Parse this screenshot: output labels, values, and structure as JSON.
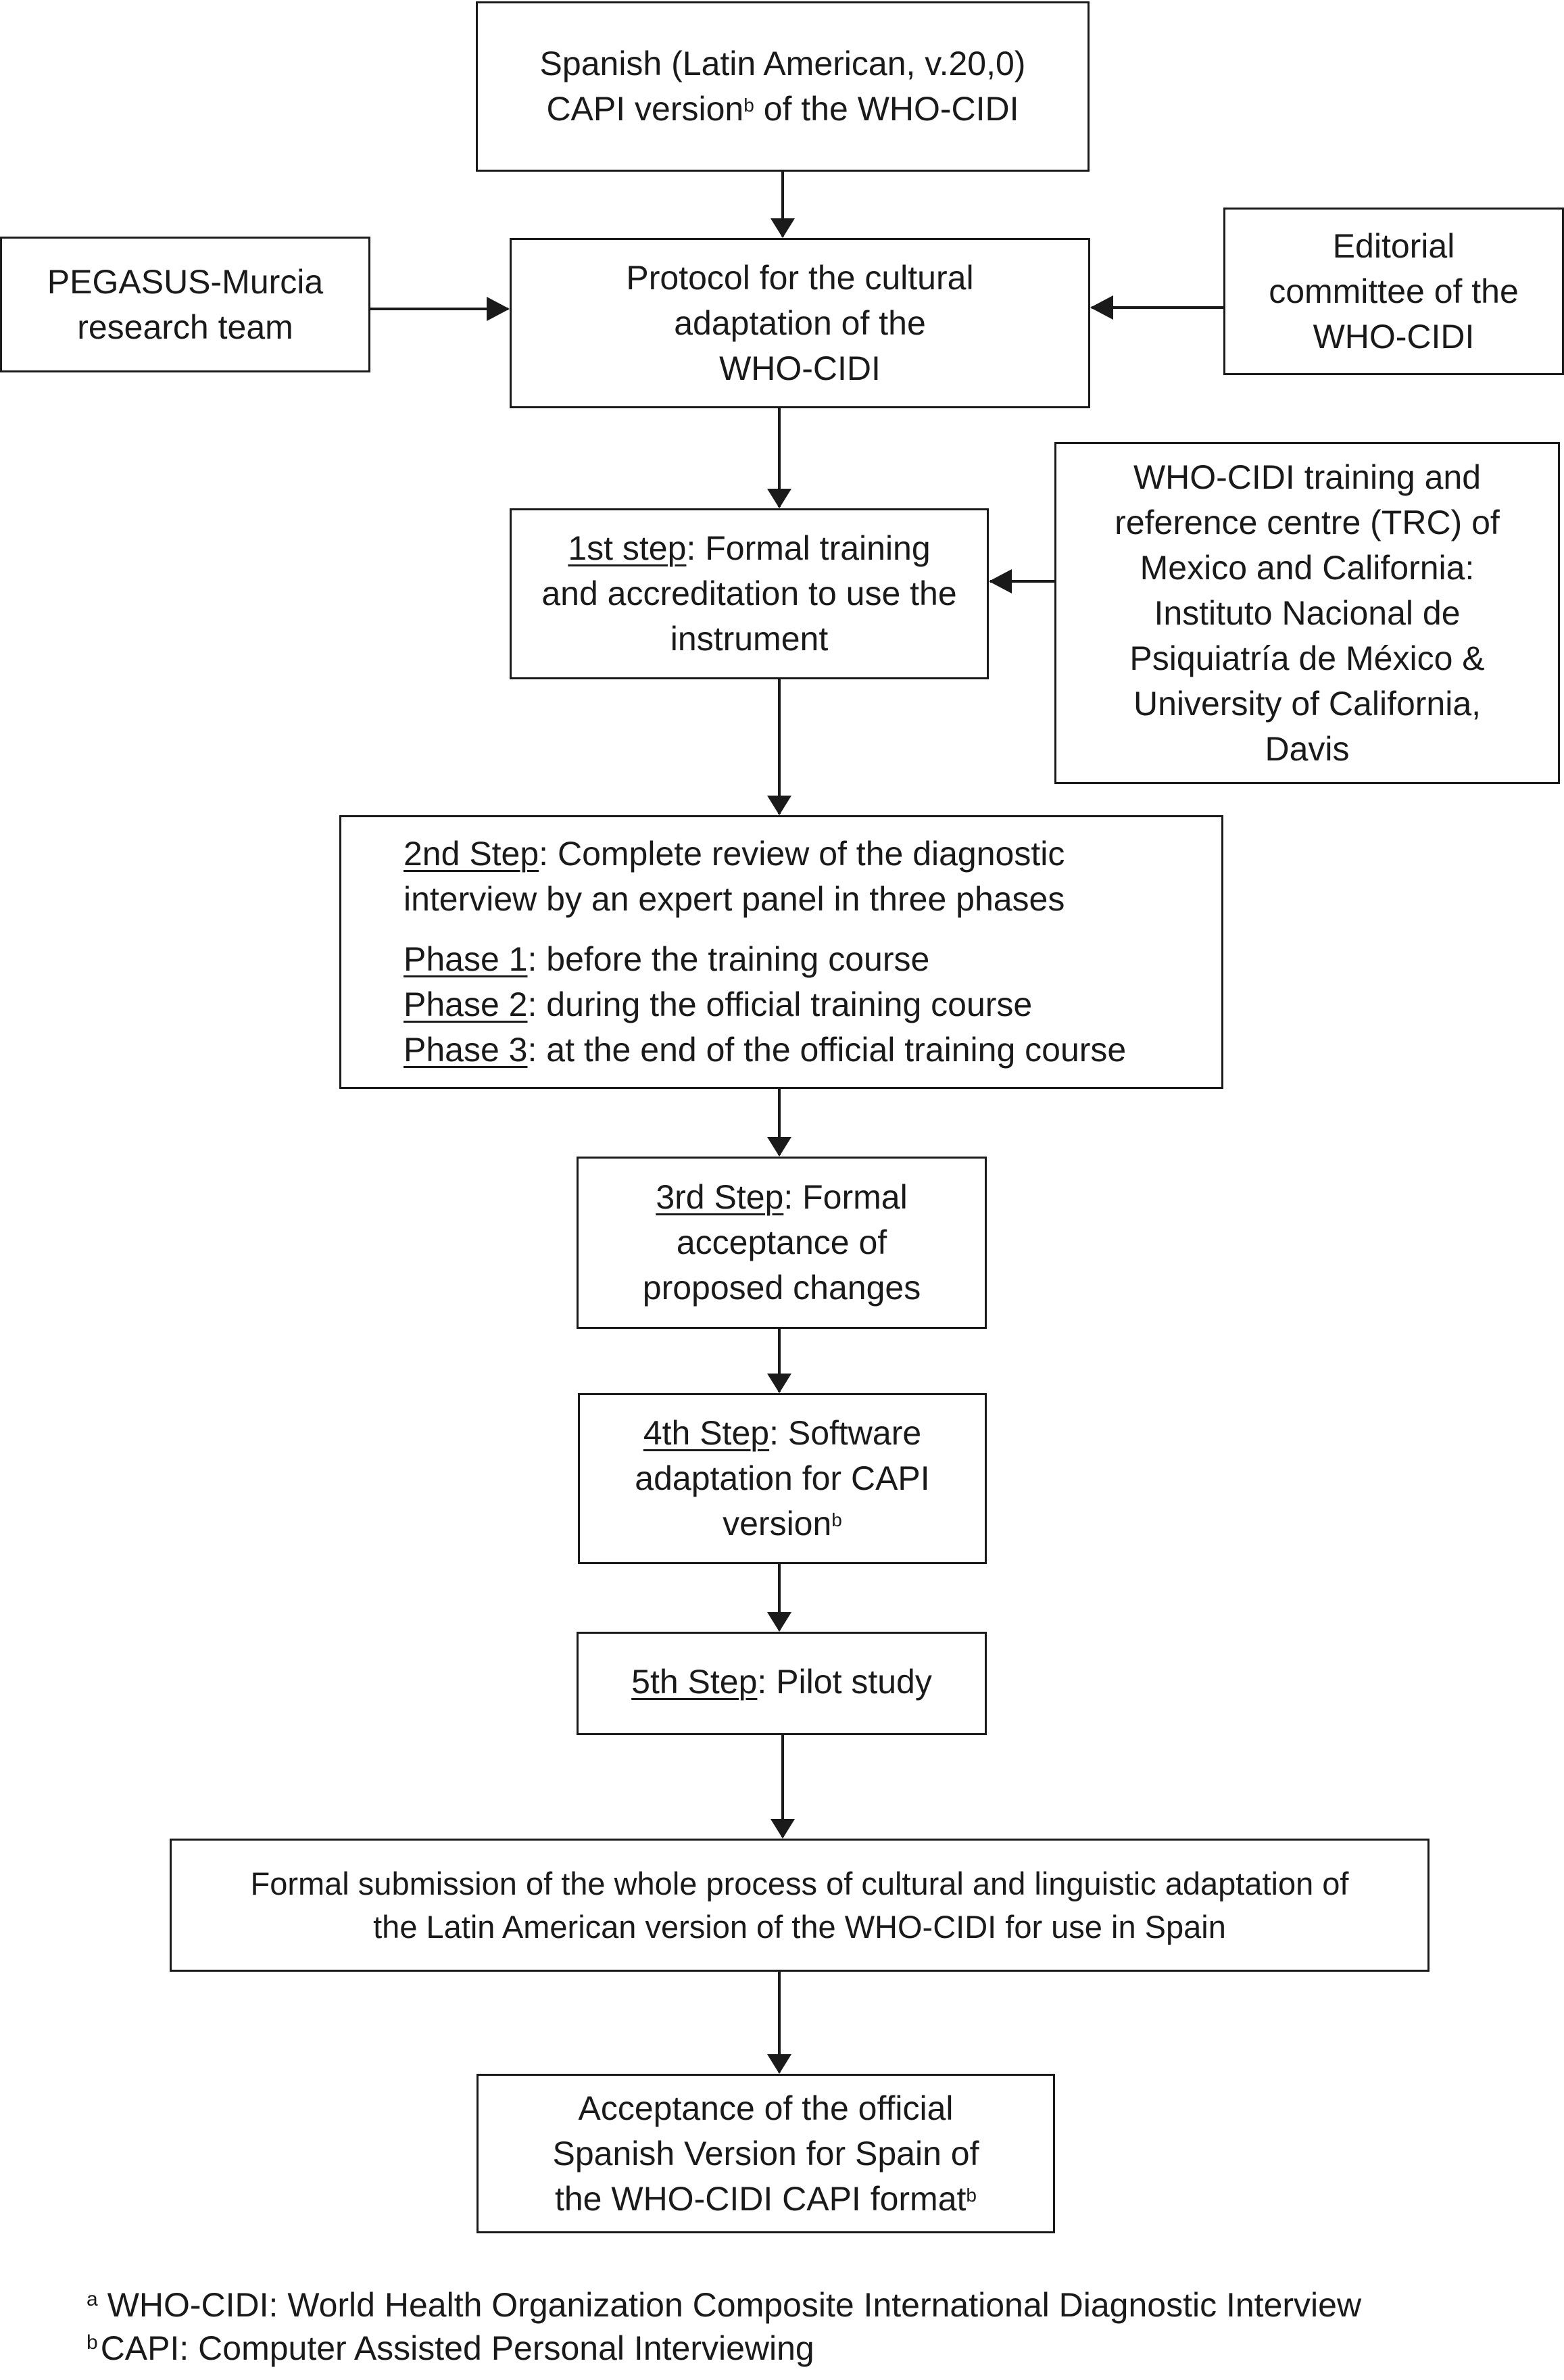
{
  "nodes": {
    "source": {
      "line1": "Spanish (Latin American, v.20,0)",
      "line2_pre": "CAPI version",
      "line2_sup": "b",
      "line2_post": " of the WHO-CIDI"
    },
    "pegasus": {
      "line1": "PEGASUS-Murcia",
      "line2": "research team"
    },
    "protocol": {
      "line1": "Protocol for the cultural",
      "line2": "adaptation of the",
      "line3": "WHO-CIDI"
    },
    "editorial": {
      "line1": "Editorial",
      "line2": "committee of the",
      "line3": "WHO-CIDI"
    },
    "trc": {
      "line1": "WHO-CIDI training and",
      "line2": "reference centre (TRC) of",
      "line3": "Mexico and California:",
      "line4": "Instituto Nacional de",
      "line5": "Psiquiatría de México &",
      "line6": "University of California,",
      "line7": "Davis"
    },
    "step1": {
      "label": "1st step",
      "line1_rest": ": Formal training",
      "line2": "and accreditation to use the",
      "line3": "instrument"
    },
    "step2": {
      "label": "2nd Step",
      "line1_rest": ": Complete review of the diagnostic",
      "line2": "interview by an expert panel in three phases",
      "phases": [
        {
          "label": "Phase 1",
          "text": ": before the training course"
        },
        {
          "label": "Phase 2",
          "text": ": during the official training course"
        },
        {
          "label": "Phase 3",
          "text": ": at the end of the official training course"
        }
      ]
    },
    "step3": {
      "label": "3rd Step",
      "line1_rest": ": Formal",
      "line2": "acceptance of",
      "line3": "proposed changes"
    },
    "step4": {
      "label": "4th Step",
      "line1_rest": ": Software",
      "line2": "adaptation for CAPI",
      "line3_pre": "version",
      "line3_sup": "b"
    },
    "step5": {
      "label": "5th Step",
      "line1_rest": ": Pilot study"
    },
    "submission": {
      "line1": "Formal submission of the whole process of cultural and linguistic adaptation of",
      "line2": "the Latin American version of the WHO-CIDI for use in Spain"
    },
    "acceptance": {
      "line1": "Acceptance of the official",
      "line2": "Spanish Version for Spain of",
      "line3_pre": "the WHO-CIDI CAPI format",
      "line3_sup": "b"
    }
  },
  "footnotes": [
    {
      "marker": "a",
      "text": "WHO-CIDI: World Health Organization Composite International Diagnostic Interview"
    },
    {
      "marker": "b",
      "text": "CAPI: Computer Assisted Personal Interviewing"
    }
  ]
}
